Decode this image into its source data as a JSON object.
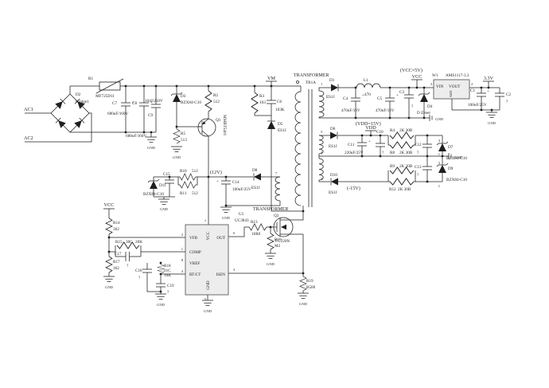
{
  "schematic": {
    "nets": {
      "ac1": "AC1",
      "ac2": "AC2",
      "vm": "VM",
      "vcc": "VCC",
      "vcc5": "(VCC=5V)",
      "vdd": "VDD",
      "vdd15": "(VDD=15V)",
      "v12": "(12V)",
      "neg15": "(-15V)",
      "v33": "3.3V",
      "gnd": "GND"
    },
    "transformer": {
      "label": "TRANSFORMER",
      "name": "TR1A",
      "pins": {
        "p1": "1",
        "p3": "3",
        "p4": "4",
        "p5": "5",
        "p7": "7"
      }
    },
    "u1": {
      "ref": "U1",
      "part": "UC3843",
      "pins": {
        "vfb": "VFB",
        "comp": "COMP",
        "vref": "VREF",
        "rtct": "RT/CT",
        "out": "OUT",
        "isen": "ISEN",
        "vcc": "VCC",
        "gnd": "GND"
      },
      "nums": {
        "vfb": "2",
        "comp": "1",
        "vref": "8",
        "rtct": "4",
        "out": "6",
        "isen": "3",
        "vcc": "7",
        "gnd": "5"
      }
    },
    "components": {
      "r1": {
        "ref": "R1",
        "value": "MF725D11"
      },
      "d2": {
        "ref": "D2",
        "value": "Bridge1"
      },
      "c7": {
        "ref": "C7",
        "value": "680uF/160V",
        "plus": "+"
      },
      "c8": {
        "ref": "C8",
        "value": "680uF/160V",
        "plus": "+"
      },
      "c9": {
        "ref": "C9",
        "value": "104J/250V"
      },
      "d3": {
        "ref": "D3",
        "value": "BZX84-C10"
      },
      "r5": {
        "ref": "R5",
        "value": "513"
      },
      "r2": {
        "ref": "R2",
        "value": "512"
      },
      "q1": {
        "ref": "Q1",
        "value": "MMBT5401"
      },
      "r3": {
        "ref": "R3",
        "value": "103"
      },
      "c6": {
        "ref": "C6",
        "value": "103K"
      },
      "d5": {
        "ref": "D5",
        "value": "ES1J"
      },
      "d1": {
        "ref": "D1",
        "value": "ES1J"
      },
      "l1": {
        "ref": "L1",
        "value": "470"
      },
      "c4": {
        "ref": "C4",
        "value": "470uF/16V",
        "plus": "+"
      },
      "c5": {
        "ref": "C5",
        "value": "470uF/16V",
        "plus": "+"
      },
      "c3": {
        "ref": "C3",
        "value": "?"
      },
      "d4": {
        "ref": "D4",
        "value": "D Zener"
      },
      "w1": {
        "ref": "W1",
        "part": "AMS1117-3.3",
        "pin_vin": "VIN",
        "pin_vout": "VOUT",
        "pin_adj": "ADJ",
        "num_vin": "3",
        "num_vout": "2"
      },
      "c1": {
        "ref": "C1",
        "value": "100uF/25V",
        "plus": "+"
      },
      "c2": {
        "ref": "C2",
        "value": "?"
      },
      "d6": {
        "ref": "D6",
        "value": "ES1J"
      },
      "c11": {
        "ref": "C11",
        "value": "220uF/25V",
        "plus": "+"
      },
      "c10": {
        "ref": "C10",
        "value": "?"
      },
      "r4": {
        "ref": "R4",
        "value": "2K 30B"
      },
      "r8": {
        "ref": "R8",
        "value": "2K 30B"
      },
      "c12": {
        "ref": "C12",
        "value": "?"
      },
      "d7": {
        "ref": "D7",
        "value": "BZX84-C10",
        "pin_top": "3",
        "pin_bot": "1"
      },
      "r9": {
        "ref": "R9",
        "value": "2K 30B"
      },
      "r12": {
        "ref": "R12",
        "value": "2K 30B"
      },
      "c13": {
        "ref": "C13",
        "value": "?"
      },
      "d9": {
        "ref": "D9",
        "value": "BZX84-C10",
        "pin_top": "3",
        "pin_bot": "1"
      },
      "d10": {
        "ref": "D10",
        "value": "ES1J"
      },
      "d11": {
        "ref": "D11",
        "value": "BZX84-C10"
      },
      "c15": {
        "ref": "C15",
        "value": "?"
      },
      "r10": {
        "ref": "R10",
        "value": "512"
      },
      "r11": {
        "ref": "R11",
        "value": "512"
      },
      "c14": {
        "ref": "C14",
        "value": "100uF/25V",
        "plus": "+"
      },
      "d8": {
        "ref": "D8",
        "value": "ES1J"
      },
      "r13": {
        "ref": "R13",
        "value": "16R0"
      },
      "q2": {
        "ref": "Q2",
        "value": "FU220N"
      },
      "r16": {
        "ref": "R16",
        "value": "M2"
      },
      "r19": {
        "ref": "R19",
        "value": "R500"
      },
      "r14": {
        "ref": "R14",
        "value": "362"
      },
      "r17": {
        "ref": "R17",
        "value": "362"
      },
      "r15": {
        "ref": "R15",
        "code": "30C",
        "value": "20K"
      },
      "r18": {
        "ref": "R18",
        "code": "01C",
        "value": "10K"
      },
      "c17": {
        "ref": "C17",
        "value": "?"
      },
      "c18": {
        "ref": "C18",
        "value": "?"
      },
      "c19": {
        "ref": "C19",
        "value": "?"
      }
    }
  }
}
